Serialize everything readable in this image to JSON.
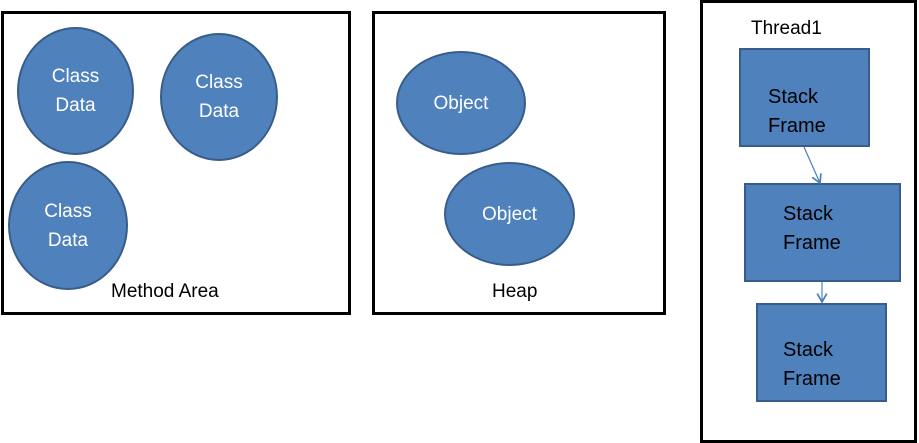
{
  "method_area": {
    "label": "Method Area",
    "items": [
      "Class\nData",
      "Class\nData",
      "Class\nData"
    ]
  },
  "heap": {
    "label": "Heap",
    "items": [
      "Object",
      "Object"
    ]
  },
  "thread": {
    "label": "Thread1",
    "frames": [
      "Stack\nFrame",
      "Stack\nFrame",
      "Stack\nFrame"
    ]
  },
  "colors": {
    "shape_fill": "#4f81bd",
    "shape_stroke": "#385d8a",
    "border": "#000000"
  }
}
